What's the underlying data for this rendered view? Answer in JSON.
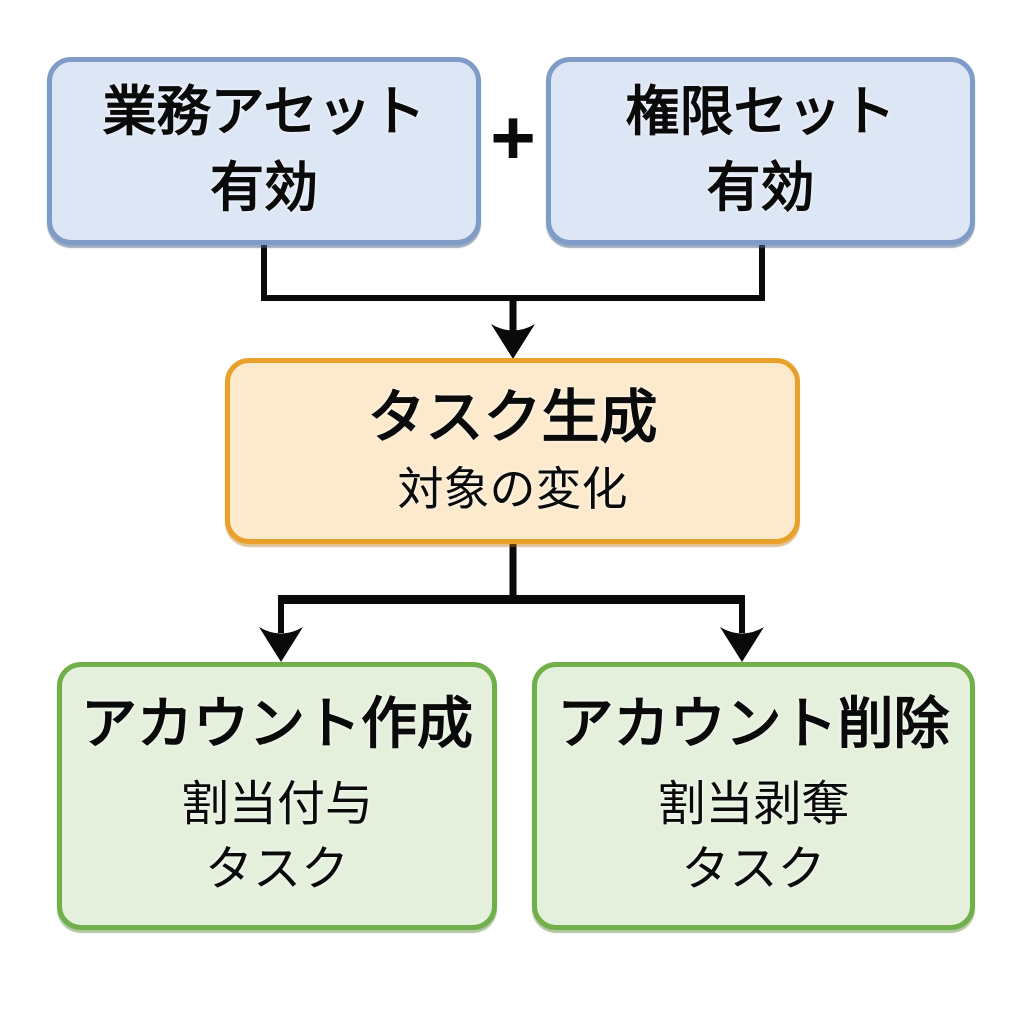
{
  "diagram": {
    "nodes": {
      "business_asset": {
        "title": "業務アセット",
        "subtitle": "有効"
      },
      "permission_set": {
        "title": "権限セット",
        "subtitle": "有効"
      },
      "task_generation": {
        "title": "タスク生成",
        "subtitle": "対象の変化"
      },
      "account_create": {
        "title": "アカウント作成",
        "subtitle_line1": "割当付与",
        "subtitle_line2": "タスク"
      },
      "account_delete": {
        "title": "アカウント削除",
        "subtitle_line1": "割当剥奪",
        "subtitle_line2": "タスク"
      }
    },
    "operators": {
      "plus": "+"
    },
    "colors": {
      "blue_border": "#7e9cc7",
      "blue_fill": "#dce6f5",
      "orange_border": "#e8a22c",
      "orange_fill": "#fdeacd",
      "green_border": "#71af4b",
      "green_fill": "#e4f0dc",
      "connector": "#0a0a0a",
      "text": "#0a0a0a"
    }
  }
}
